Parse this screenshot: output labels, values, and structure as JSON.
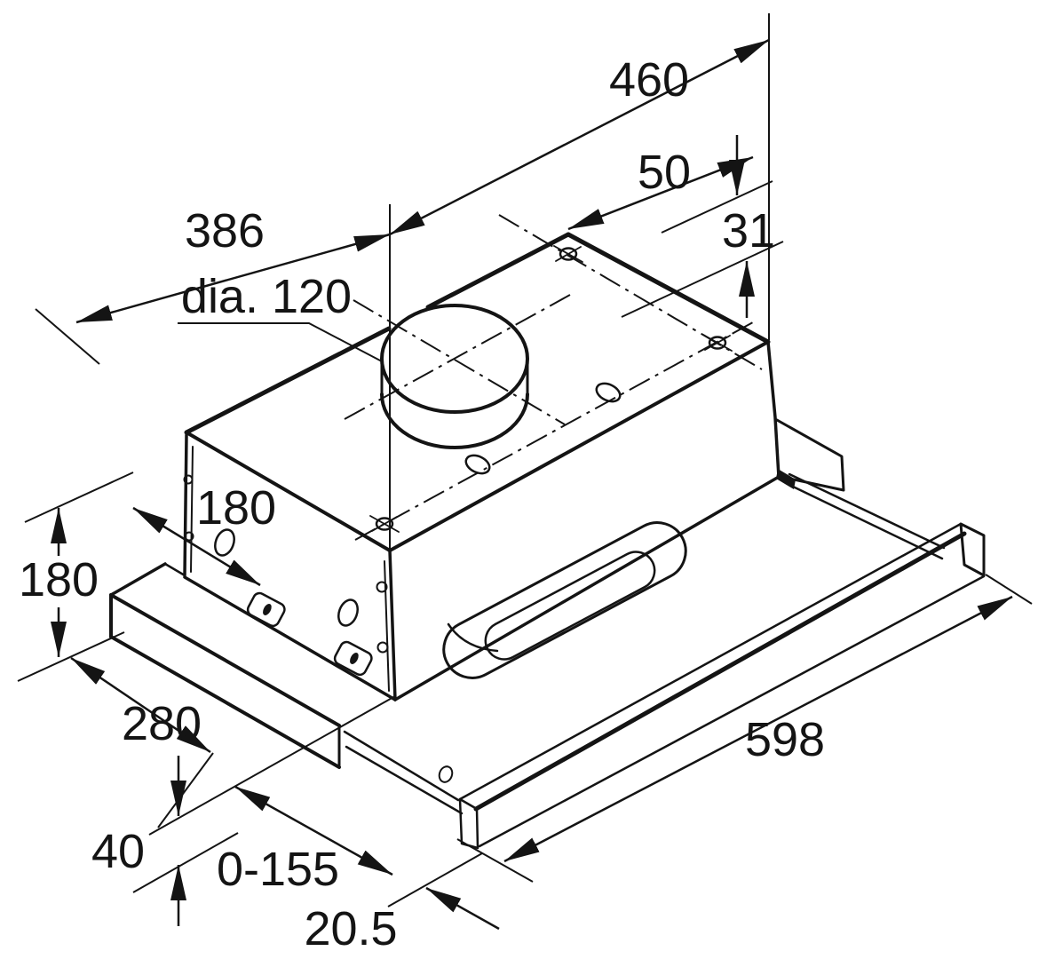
{
  "drawing": {
    "type": "installation-dimension-diagram",
    "subject": "telescopic cooker hood, isometric view",
    "line_color": "#141414",
    "background": "#ffffff",
    "labels": {
      "depth_overall": "460",
      "rear_clearance": "50",
      "hole_offset": "31",
      "duct_center_from_front": "386",
      "duct_diameter": "dia. 120",
      "height_body": "180",
      "depth_body": "180",
      "depth_chassis": "280",
      "gap": "40",
      "pullout_travel": "0-155",
      "front_panel_thickness": "20.5",
      "width_front": "598"
    }
  }
}
